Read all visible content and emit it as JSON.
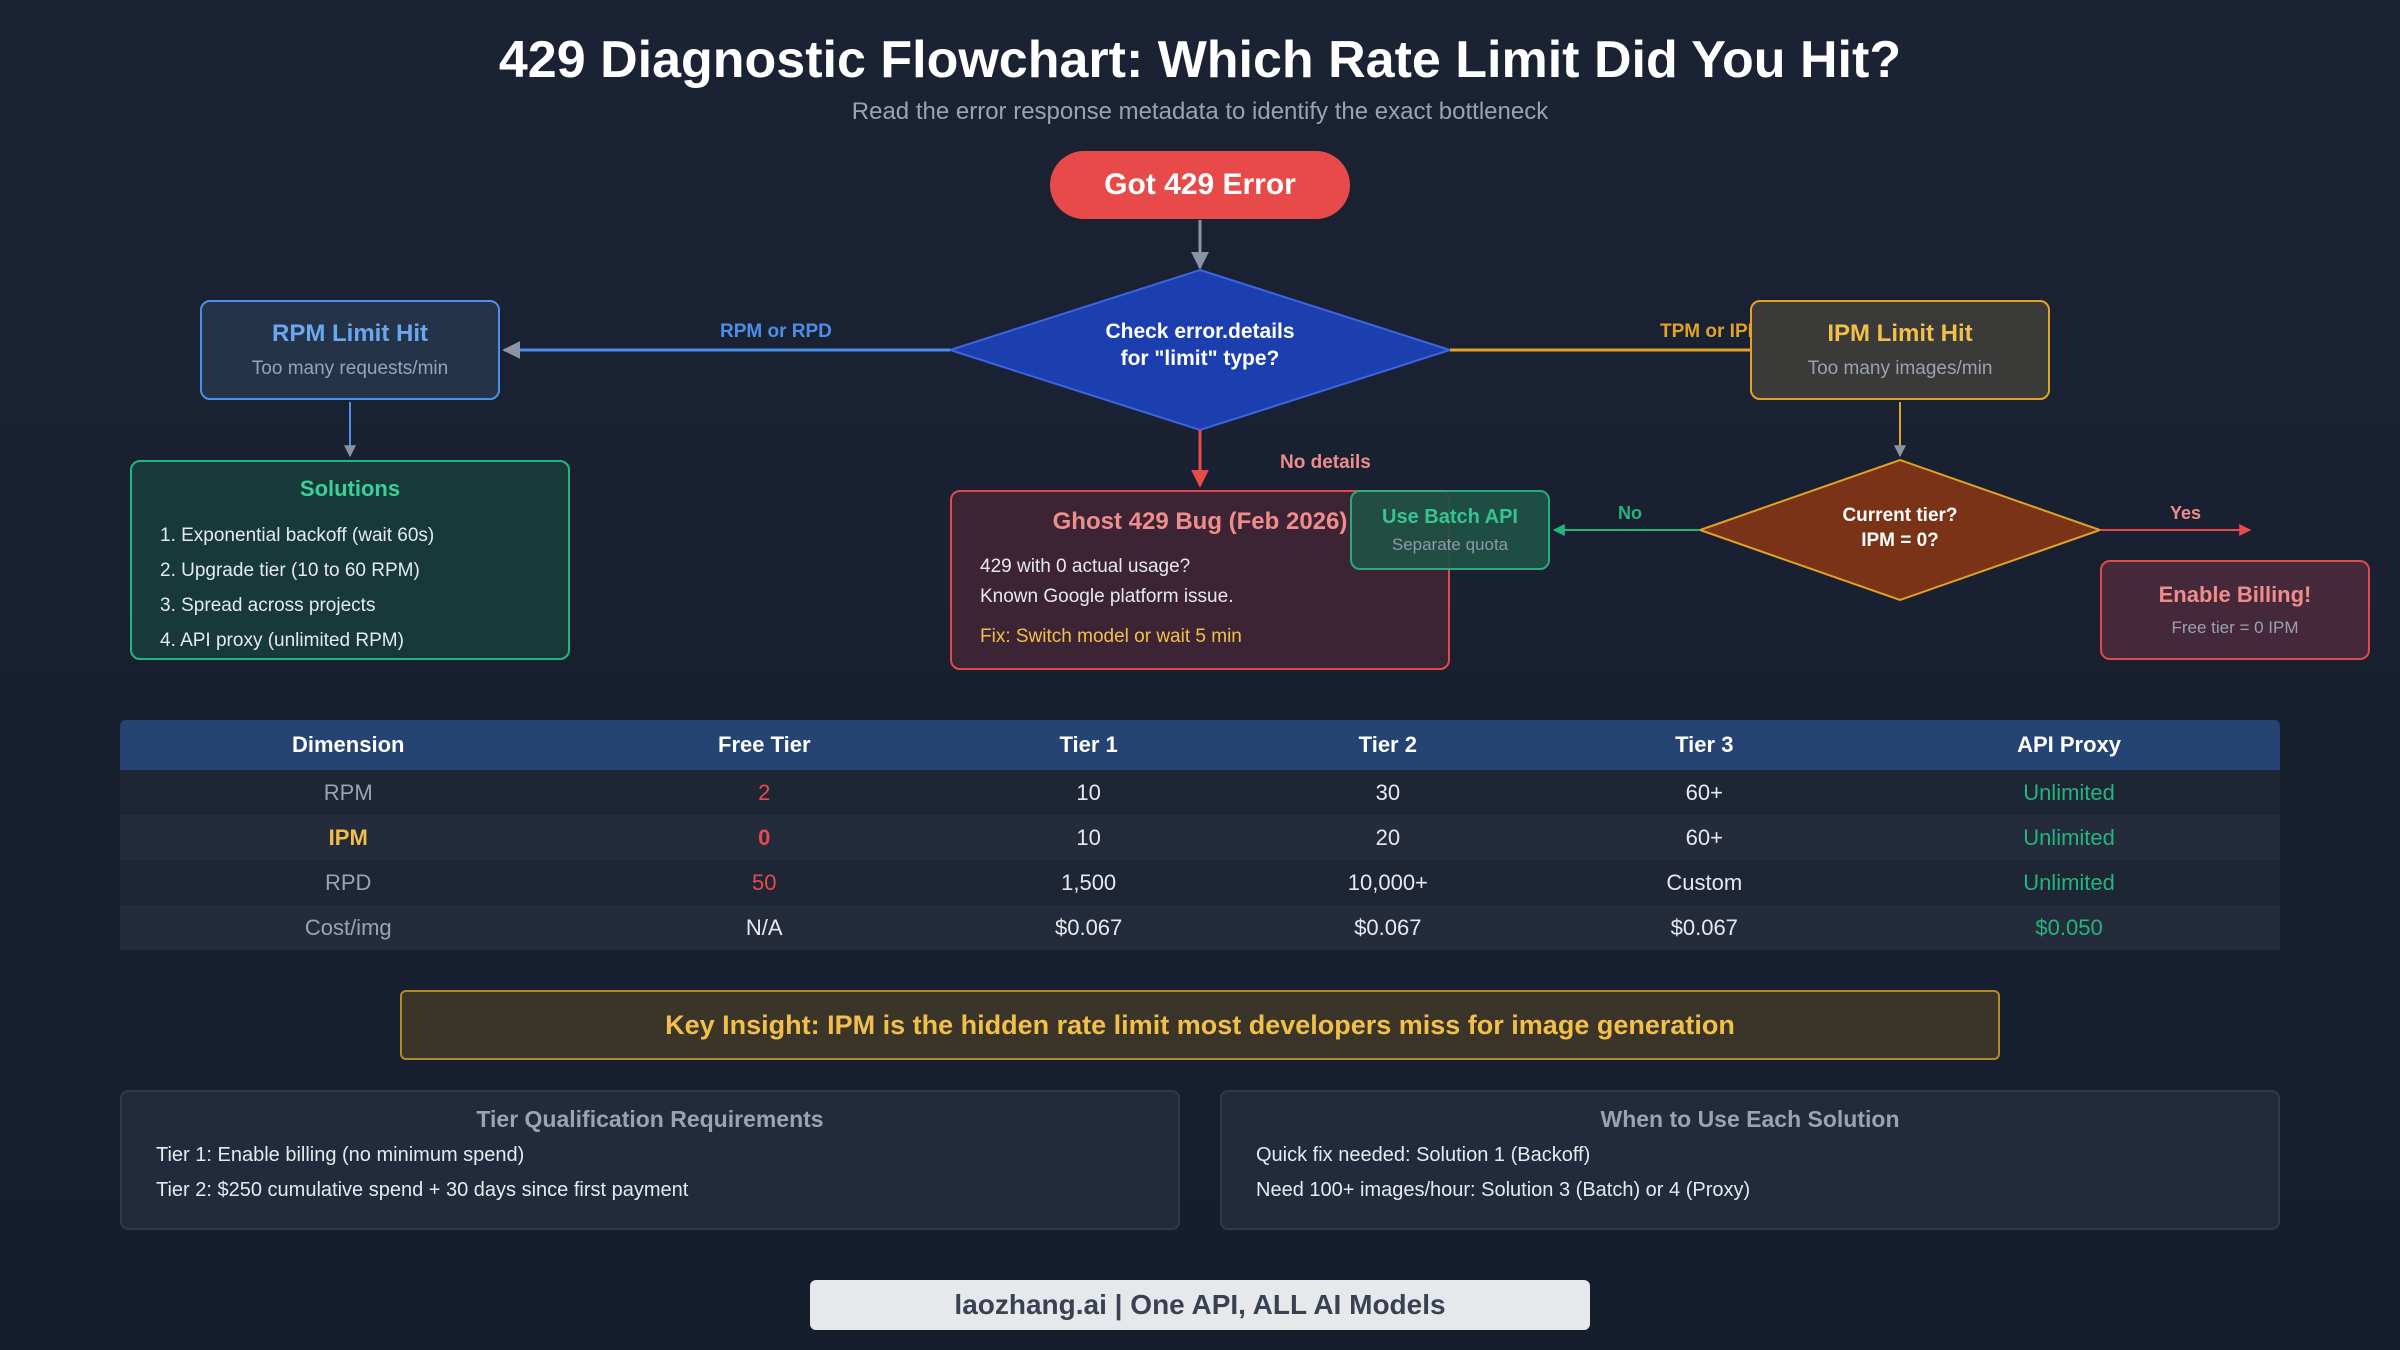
{
  "title": "429 Diagnostic Flowchart: Which Rate Limit Did You Hit?",
  "subtitle": "Read the error response metadata to identify the exact bottleneck",
  "flow": {
    "start": "Got 429 Error",
    "decision_main": {
      "line1": "Check error.details",
      "line2": "for \"limit\" type?"
    },
    "edge_left": "RPM or RPD",
    "edge_right": "TPM or IPM",
    "edge_down": "No details",
    "rpm": {
      "title": "RPM Limit Hit",
      "subtitle": "Too many requests/min"
    },
    "ipm": {
      "title": "IPM Limit Hit",
      "subtitle": "Too many images/min"
    },
    "solutions": {
      "title": "Solutions",
      "items": [
        "1. Exponential backoff (wait 60s)",
        "2. Upgrade tier (10 to 60 RPM)",
        "3. Spread across projects",
        "4. API proxy (unlimited RPM)"
      ]
    },
    "ghost": {
      "title": "Ghost 429 Bug (Feb 2026)",
      "line1": "429 with 0 actual usage?",
      "line2": "Known Google platform issue.",
      "fix": "Fix: Switch model or wait 5 min"
    },
    "decision_tier": {
      "line1": "Current tier?",
      "line2": "IPM = 0?"
    },
    "edge_no": "No",
    "edge_yes": "Yes",
    "batch": {
      "title": "Use Batch API",
      "subtitle": "Separate quota"
    },
    "billing": {
      "title": "Enable Billing!",
      "subtitle": "Free tier = 0 IPM"
    }
  },
  "table": {
    "headers": [
      "Dimension",
      "Free Tier",
      "Tier 1",
      "Tier 2",
      "Tier 3",
      "API Proxy"
    ],
    "rows": [
      [
        "RPM",
        "2",
        "10",
        "30",
        "60+",
        "Unlimited"
      ],
      [
        "IPM",
        "0",
        "10",
        "20",
        "60+",
        "Unlimited"
      ],
      [
        "RPD",
        "50",
        "1,500",
        "10,000+",
        "Custom",
        "Unlimited"
      ],
      [
        "Cost/img",
        "N/A",
        "$0.067",
        "$0.067",
        "$0.067",
        "$0.050"
      ]
    ]
  },
  "insight": "Key Insight: IPM is the hidden rate limit most developers miss for image generation",
  "panels": {
    "left": {
      "title": "Tier Qualification Requirements",
      "lines": [
        "Tier 1: Enable billing (no minimum spend)",
        "Tier 2: $250 cumulative spend + 30 days since first payment"
      ]
    },
    "right": {
      "title": "When to Use Each Solution",
      "lines": [
        "Quick fix needed: Solution 1 (Backoff)",
        "Need 100+ images/hour: Solution 3 (Batch) or 4 (Proxy)"
      ]
    }
  },
  "footer": "laozhang.ai | One API, ALL AI Models",
  "colors": {
    "red": "#e84a4a",
    "blue": "#4d8fe8",
    "amber": "#e0a326",
    "green": "#24b47e",
    "ipm_highlight": "#f2c04a"
  }
}
